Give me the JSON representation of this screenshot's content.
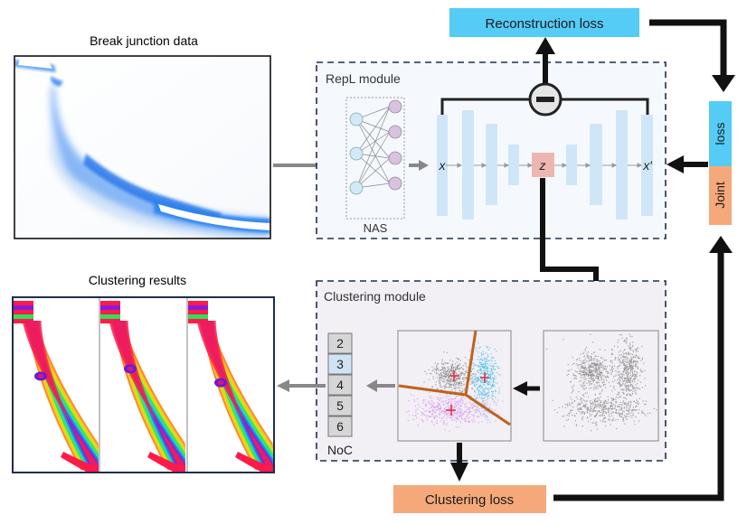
{
  "titles": {
    "break_junction": "Break junction data",
    "clustering_results": "Clustering results"
  },
  "modules": {
    "repl": {
      "label": "RepL module",
      "nas_label": "NAS",
      "input_symbol": "x",
      "latent_symbol": "z",
      "output_symbol": "x′",
      "subtract_symbol": "minus"
    },
    "clustering": {
      "label": "Clustering module",
      "noc_label": "NoC",
      "noc_options": [
        "2",
        "3",
        "4",
        "5",
        "6"
      ],
      "noc_selected": "3"
    }
  },
  "losses": {
    "reconstruction": "Reconstruction loss",
    "clustering": "Clustering loss",
    "joint_top": "loss",
    "joint_bottom": "Joint"
  },
  "colors": {
    "reconstruction_loss": "#55ccf5",
    "clustering_loss": "#f5a97a",
    "repl_bg": "#f5f9fe",
    "clustering_bg": "#f2eff5",
    "module_border": "#1d2e4f",
    "encoder_layer": "#cfe6f8",
    "latent": "#ecb7b1",
    "noc_selected": "#cfe3f5",
    "noc_cell": "#d6d6d6",
    "boundary": "#c0621c",
    "cluster_gray": "#8a8a8a",
    "cluster_blue": "#3dbfee",
    "cluster_violet": "#d98ff0",
    "centroid": "#e8283a"
  }
}
